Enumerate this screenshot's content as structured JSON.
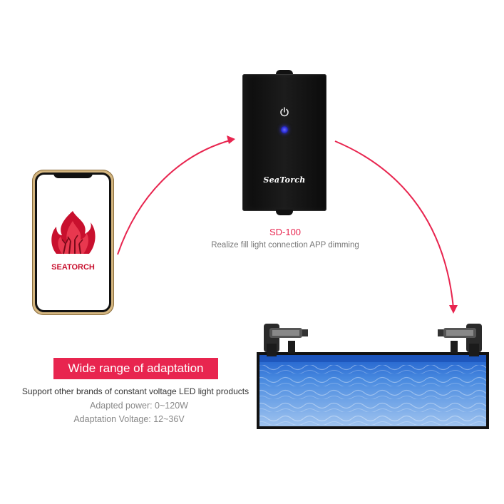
{
  "controller": {
    "brand": "SeaTorch",
    "power_icon": "power-icon",
    "led_color": "#2a2cd6"
  },
  "model": {
    "name": "SD-100",
    "description": "Realize fill light connection APP dimming"
  },
  "phone": {
    "app_name": "SEATORCH",
    "logo_icon": "flame-coral-logo"
  },
  "features": {
    "badge": "Wide range of adaptation",
    "support": "Support other brands of constant voltage LED light products",
    "power": "Adapted power: 0~120W",
    "voltage": "Adaptation Voltage: 12~36V"
  },
  "colors": {
    "accent": "#e8254f",
    "arrow": "#e8254f",
    "water": "#2f6fd1"
  }
}
